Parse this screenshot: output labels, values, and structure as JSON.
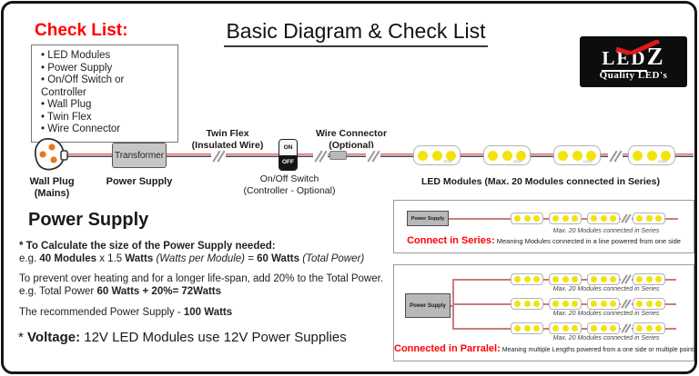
{
  "colors": {
    "accent_red": "#ff0000",
    "wire_red": "#e06666",
    "module_yellow": "#f2e30c",
    "plug_orange": "#e8781e"
  },
  "header": {
    "check_list_title": "Check List:",
    "check_list_items": [
      "LED Modules",
      "Power Supply",
      "On/Off Switch or Controller",
      "Wall Plug",
      "Twin Flex",
      "Wire Connector"
    ],
    "title": "Basic Diagram & Check List",
    "logo": {
      "brand_led": "LED",
      "brand_z": "Z",
      "tagline": "Quality LED's"
    }
  },
  "diagram": {
    "wall_plug_label_1": "Wall Plug",
    "wall_plug_label_2": "(Mains)",
    "transformer_text": "Transformer",
    "power_supply_label": "Power Supply",
    "twin_flex_label_1": "Twin Flex",
    "twin_flex_label_2": "(Insulated Wire)",
    "switch_on": "ON",
    "switch_off": "OFF",
    "switch_label_1": "On/Off Switch",
    "switch_label_2": "(Controller - Optional)",
    "wire_connector_label_1": "Wire Connector",
    "wire_connector_label_2": "(Optional)",
    "led_modules_label": "LED Modules (Max. 20 Modules connected  in Series)",
    "module_brand": "LEDZ"
  },
  "power_supply_section": {
    "heading": "Power Supply",
    "calc_title": "* To Calculate the size of the Power Supply needed:",
    "eg1_prefix": "e.g. ",
    "eg1_b1": "40 Modules",
    "eg1_t1": " x 1.5 ",
    "eg1_b2": "Watts",
    "eg1_i1": " (Watts per Module) ",
    "eg1_t2": "= ",
    "eg1_b3": "60 Watts",
    "eg1_i2": " (Total Power)",
    "overheat_line": "To prevent over heating and for a longer life-span, add 20% to the Total Power.",
    "eg2_prefix": "e.g. Total Power ",
    "eg2_bold": "60 Watts + 20%= 72Watts",
    "recommend_prefix": "The recommended Power Supply - ",
    "recommend_bold": "100 Watts",
    "voltage_prefix": "* ",
    "voltage_bold": "Voltage:",
    "voltage_text": " 12V LED Modules use 12V Power Supplies"
  },
  "series_box": {
    "power_supply": "Power Supply",
    "caption": "Max. 20 Modules connected in Series",
    "label": "Connect in Series:",
    "description": " Meaning Modules connected in a line powered from one side"
  },
  "parallel_box": {
    "power_supply": "Power Supply",
    "caption": "Max. 20 Modules connected in Series",
    "label": "Connected in Parralel:",
    "description": " Meaning multiple Lengths powered from a one side or multiple points"
  }
}
